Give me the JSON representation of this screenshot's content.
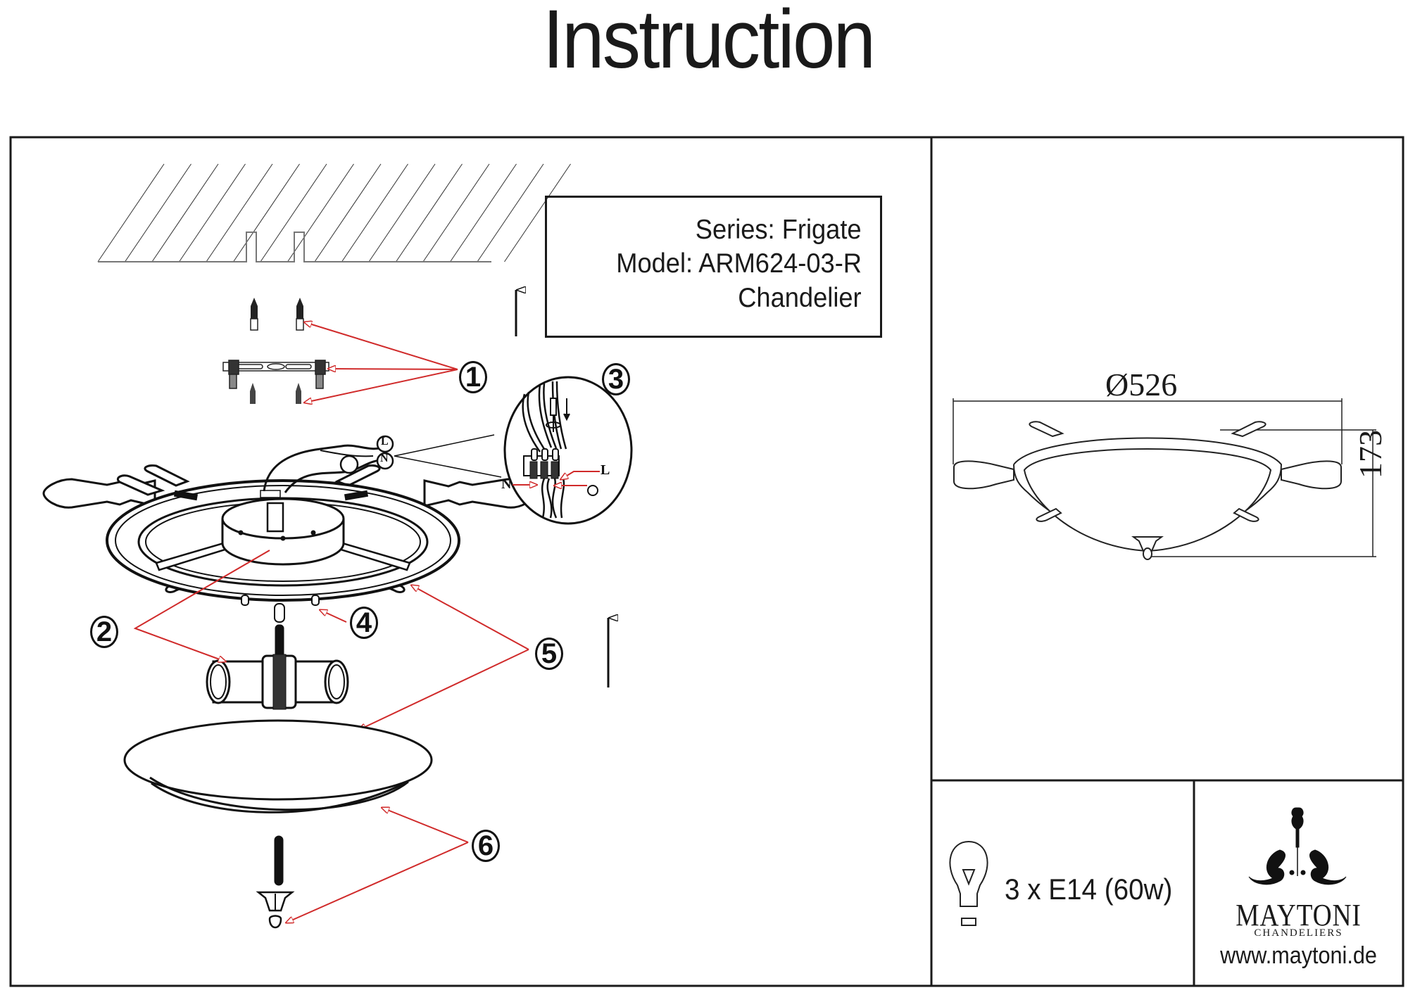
{
  "document": {
    "title": "Instruction",
    "product": {
      "series_label": "Series: Frigate",
      "model_label": "Model: ARM624-03-R",
      "type_label": "Chandelier"
    },
    "dimensions": {
      "diameter": "Ø526",
      "height": "173"
    },
    "bulb": {
      "icon": "light-bulb-icon",
      "spec": "3 x E14 (60w)"
    },
    "brand": {
      "logo_icon": "chandelier-ornament-icon",
      "name": "MAYTONI",
      "subtitle": "CHANDELIERS",
      "url": "www.maytoni.de"
    },
    "steps": [
      {
        "number": "1",
        "part": "mounting-bracket-screws-dowels"
      },
      {
        "number": "2",
        "part": "lamp-holder"
      },
      {
        "number": "3",
        "part": "wiring-connection-detail"
      },
      {
        "number": "4",
        "part": "fixing-screws"
      },
      {
        "number": "5",
        "part": "wheel-frame-and-bowl"
      },
      {
        "number": "6",
        "part": "glass-bowl-and-finial"
      }
    ],
    "wiring": {
      "live": "L",
      "neutral": "N",
      "earth_icon": "ground-symbol-icon",
      "detail_live": "L",
      "detail_neutral": "N"
    },
    "colors": {
      "line": "#1a1a1a",
      "leader": "#d02a2a",
      "background": "#ffffff"
    }
  }
}
